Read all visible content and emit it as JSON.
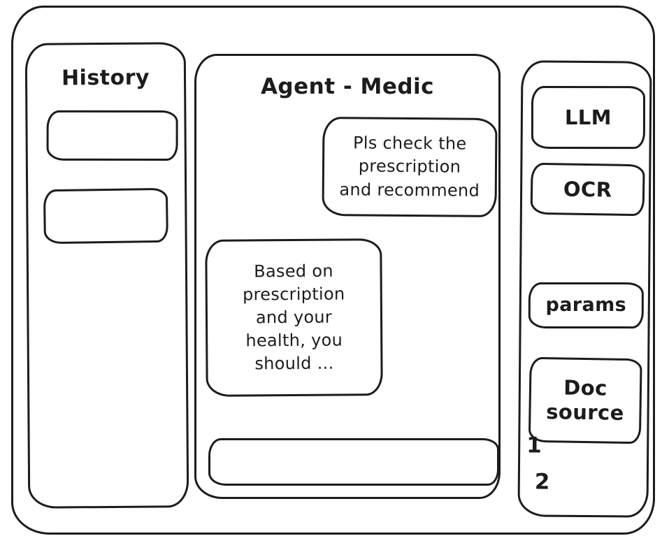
{
  "history": {
    "title": "History"
  },
  "chat": {
    "title": "Agent - Medic",
    "user_message": "Pls check the\nprescription\nand recommend",
    "assistant_message": "Based on\nprescription\nand your\nhealth, you\nshould ...",
    "input_value": ""
  },
  "tools": {
    "llm": "LLM",
    "ocr": "OCR",
    "params": "params",
    "doc_source": "Doc\nsource",
    "annotation_1": "1",
    "annotation_2": "2"
  }
}
